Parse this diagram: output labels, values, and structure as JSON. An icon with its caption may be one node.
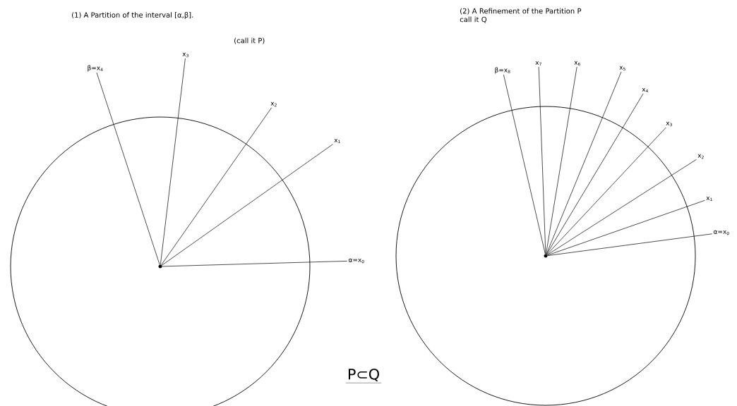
{
  "diagram": {
    "nodes": [
      {
        "text": [],
        "shape": "circle"
      },
      {
        "text": [
          "α=x$_{0}$"
        ]
      },
      {
        "text": [
          "x$_{1}$"
        ]
      },
      {
        "text": [
          "x$_{2}$"
        ]
      },
      {
        "text": [
          "x$_{3}$"
        ]
      },
      {
        "text": [
          "β=x$_{4}$"
        ]
      },
      {
        "text": [],
        "shape": "circle"
      },
      {
        "text": [
          "α=x$_{0}$"
        ]
      },
      {
        "text": [
          "x$_{1}$"
        ]
      },
      {
        "text": [
          "x$_{2}$"
        ]
      },
      {
        "text": [
          "x$_{3}$"
        ]
      },
      {
        "text": [
          "x$_{4}$"
        ]
      },
      {
        "text": [
          "x$_{5}$"
        ]
      },
      {
        "text": [
          "x$_{6}$"
        ]
      },
      {
        "text": [
          "x$_{7}$"
        ]
      },
      {
        "text": [
          "β=x$_{8}$"
        ]
      }
    ],
    "edges": [
      {
        "from": 0,
        "to": 1,
        "arrow": "none"
      },
      {
        "from": 0,
        "to": 2,
        "arrow": "none"
      },
      {
        "from": 0,
        "to": 3,
        "arrow": "none"
      },
      {
        "from": 0,
        "to": 4,
        "arrow": "none"
      },
      {
        "from": 0,
        "to": 5,
        "arrow": "none"
      },
      {
        "from": 6,
        "to": 7,
        "arrow": "none"
      },
      {
        "from": 6,
        "to": 8,
        "arrow": "none"
      },
      {
        "from": 6,
        "to": 9,
        "arrow": "none"
      },
      {
        "from": 6,
        "to": 10,
        "arrow": "none"
      },
      {
        "from": 6,
        "to": 11,
        "arrow": "none"
      },
      {
        "from": 6,
        "to": 12,
        "arrow": "none"
      },
      {
        "from": 6,
        "to": 13,
        "arrow": "none"
      },
      {
        "from": 6,
        "to": 14,
        "arrow": "none"
      },
      {
        "from": 6,
        "to": 15,
        "arrow": "none"
      }
    ],
    "labels": [
      "(1) A Partition of the interval [α,β].",
      "(call it P)",
      "(2) A Refinement of the Partition P call it Q",
      "P⊂Q"
    ]
  }
}
